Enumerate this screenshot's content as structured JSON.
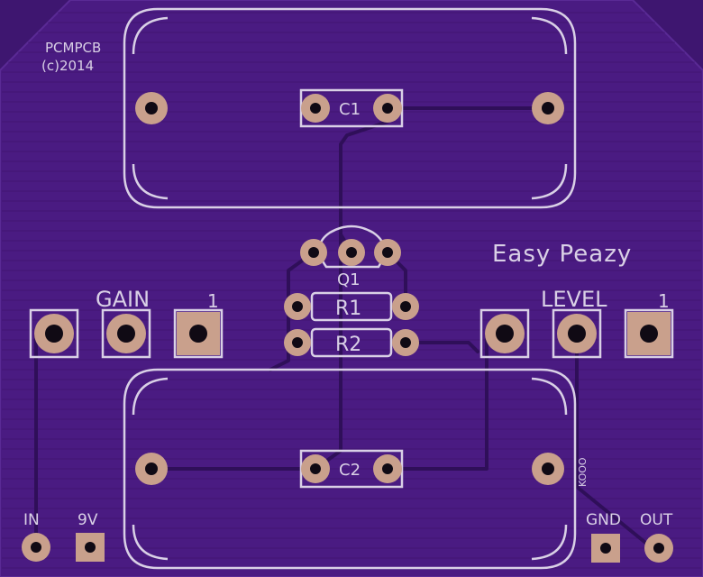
{
  "board": {
    "colors": {
      "background": "#3e1670",
      "copper": "#5a2a95",
      "trace_line": "#2f0f59",
      "silkscreen": "#d9d0e6",
      "pad": "#c9a08c",
      "hole": "#100a14"
    },
    "texts": {
      "maker": "PCMPCB",
      "copyright": "(c)2014",
      "title": "Easy Peazy",
      "gain": "GAIN",
      "level": "LEVEL",
      "gain_pin1": "1",
      "level_pin1": "1",
      "c1": "C1",
      "c2": "C2",
      "q1": "Q1",
      "r1": "R1",
      "r2": "R2",
      "in": "IN",
      "v9": "9V",
      "gnd": "GND",
      "out": "OUT",
      "side": "KOOO"
    }
  }
}
